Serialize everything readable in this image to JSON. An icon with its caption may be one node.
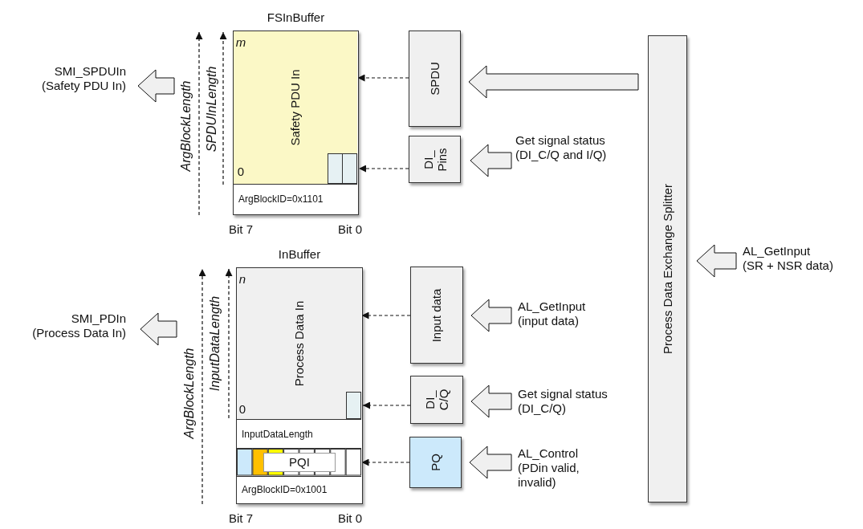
{
  "diagram": {
    "nodes": [
      {
        "text": [
          "FSInBuffer"
        ]
      },
      {
        "text": [
          "Safety PDU In"
        ],
        "in": 0
      },
      {
        "text": [],
        "shape": "box",
        "in": 1
      },
      {
        "text": [
          "ArgBlockID=0x1101"
        ],
        "in": 0
      },
      {
        "text": [
          "InBuffer"
        ]
      },
      {
        "text": [
          "Process Data In"
        ],
        "in": 4
      },
      {
        "text": [],
        "shape": "box",
        "in": 5
      },
      {
        "text": [
          "InputDataLength"
        ],
        "in": 4
      },
      {
        "text": [
          "PQI"
        ],
        "in": 4
      },
      {
        "text": [
          "ArgBlockID=0x1001"
        ],
        "in": 4
      },
      {
        "text": [
          "SPDU"
        ]
      },
      {
        "text": [
          "DI_ Pins"
        ]
      },
      {
        "text": [
          "Input data"
        ]
      },
      {
        "text": [
          "DI_ C/Q"
        ]
      },
      {
        "text": [
          "PQ"
        ]
      },
      {
        "text": [
          "Process Data Exchange Splitter"
        ]
      },
      {
        "text": [
          "Get signal status (DI_C/Q and I/Q)"
        ]
      },
      {
        "text": [
          "AL_GetInput (input data)"
        ]
      },
      {
        "text": [
          "Get signal status (DI_C/Q)"
        ]
      },
      {
        "text": [
          "AL_Control (PDin valid, invalid)"
        ]
      },
      {
        "text": [
          "AL_GetInput (SR + NSR data)"
        ]
      },
      {
        "text": [
          "SMI_SPDUIn (Safety PDU In)"
        ]
      },
      {
        "text": [
          "SMI_PDIn (Process Data In)"
        ]
      }
    ],
    "edges": [
      {
        "from": 15,
        "to": 10,
        "arrow": "to"
      },
      {
        "from": 10,
        "to": 1,
        "arrow": "to",
        "style": "dashed"
      },
      {
        "from": 11,
        "to": 2,
        "arrow": "to",
        "style": "dashed"
      },
      {
        "from": 12,
        "to": 5,
        "arrow": "to",
        "style": "dashed"
      },
      {
        "from": 13,
        "to": 6,
        "arrow": "to",
        "style": "dashed"
      },
      {
        "from": 14,
        "to": 8,
        "arrow": "to",
        "style": "dashed"
      },
      {
        "from": 16,
        "to": 11,
        "arrow": "to"
      },
      {
        "from": 17,
        "to": 12,
        "arrow": "to"
      },
      {
        "from": 18,
        "to": 13,
        "arrow": "to"
      },
      {
        "from": 19,
        "to": 14,
        "arrow": "to"
      },
      {
        "from": 20,
        "to": 15,
        "arrow": "to"
      },
      {
        "from": null,
        "to": 21,
        "arrow": "to"
      },
      {
        "from": null,
        "to": 22,
        "arrow": "to"
      }
    ],
    "labels": [
      "ArgBlockLength",
      "SPDUInLength",
      "m",
      "0",
      "Bit 7",
      "Bit 0",
      "ArgBlockLength",
      "InputDataLength",
      "n",
      "0",
      "Bit 7",
      "Bit 0"
    ]
  }
}
